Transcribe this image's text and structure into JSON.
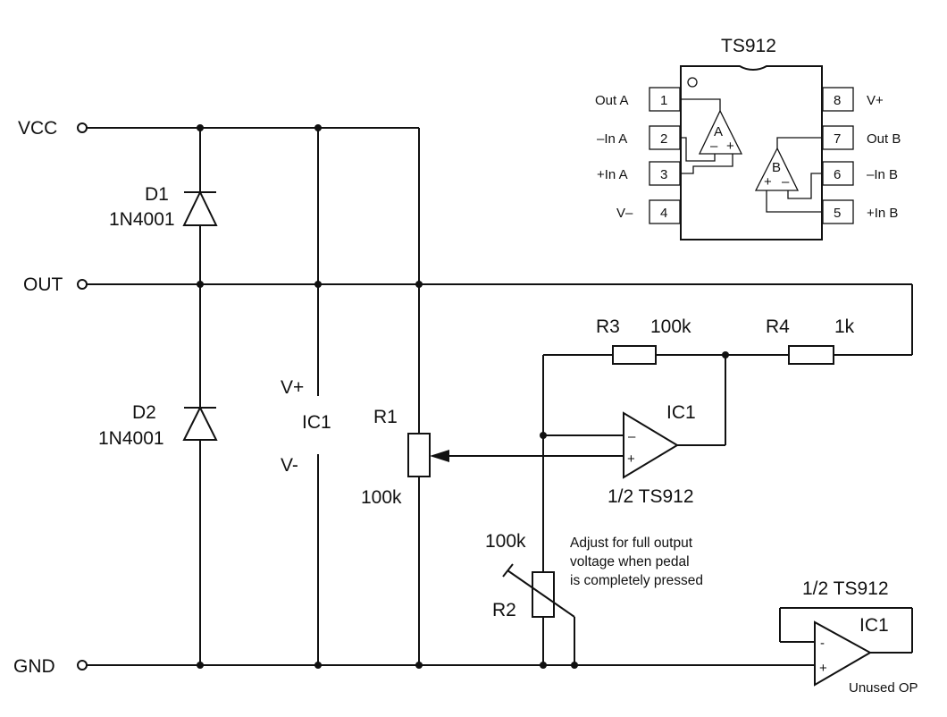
{
  "terminals": {
    "vcc": "VCC",
    "out": "OUT",
    "gnd": "GND"
  },
  "d1": {
    "ref": "D1",
    "part": "1N4001"
  },
  "d2": {
    "ref": "D2",
    "part": "1N4001"
  },
  "supply": {
    "vplus": "V+",
    "ic": "IC1",
    "vminus": "V-"
  },
  "r1": {
    "ref": "R1",
    "value": "100k"
  },
  "r2": {
    "ref": "R2",
    "value": "100k"
  },
  "r3": {
    "ref": "R3",
    "value": "100k"
  },
  "r4": {
    "ref": "R4",
    "value": "1k"
  },
  "opamp_main": {
    "ref": "IC1",
    "part": "1/2 TS912",
    "minus": "–",
    "plus": "+"
  },
  "opamp_unused": {
    "ref": "IC1",
    "part": "1/2 TS912",
    "note": "Unused OP",
    "minus": "-",
    "plus": "+"
  },
  "adjust_note": [
    "Adjust for full output",
    "voltage when pedal",
    "is completely pressed"
  ],
  "pinout": {
    "title": "TS912",
    "left_pins": [
      {
        "num": "1",
        "name": "Out A"
      },
      {
        "num": "2",
        "name": "–In A"
      },
      {
        "num": "3",
        "name": "+In A"
      },
      {
        "num": "4",
        "name": "V–"
      }
    ],
    "right_pins": [
      {
        "num": "8",
        "name": "V+"
      },
      {
        "num": "7",
        "name": "Out B"
      },
      {
        "num": "6",
        "name": "–In B"
      },
      {
        "num": "5",
        "name": "+In B"
      }
    ],
    "amp_a": {
      "label": "A",
      "minus": "–",
      "plus": "+"
    },
    "amp_b": {
      "label": "B",
      "plus": "+",
      "minus": "–"
    }
  }
}
